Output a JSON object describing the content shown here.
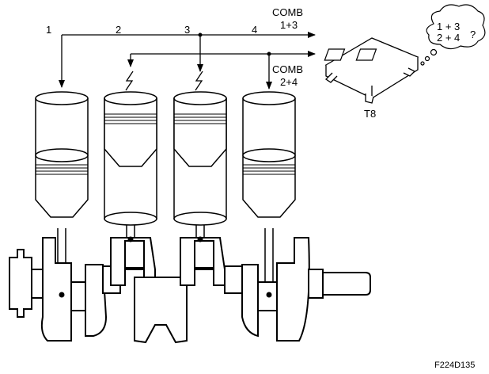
{
  "cylinders": [
    {
      "label": "1"
    },
    {
      "label": "2"
    },
    {
      "label": "3"
    },
    {
      "label": "4"
    }
  ],
  "signals": {
    "comb_upper": {
      "line1": "COMB",
      "line2": "1+3"
    },
    "comb_lower": {
      "line1": "COMB",
      "line2": "2+4"
    }
  },
  "ecu": {
    "label": "T8"
  },
  "thought_bubble": {
    "line1": "1 + 3",
    "line2": "2 + 4",
    "mark": "?"
  },
  "spark_icon": "lightning-bolt",
  "figure_code": "F224D135"
}
